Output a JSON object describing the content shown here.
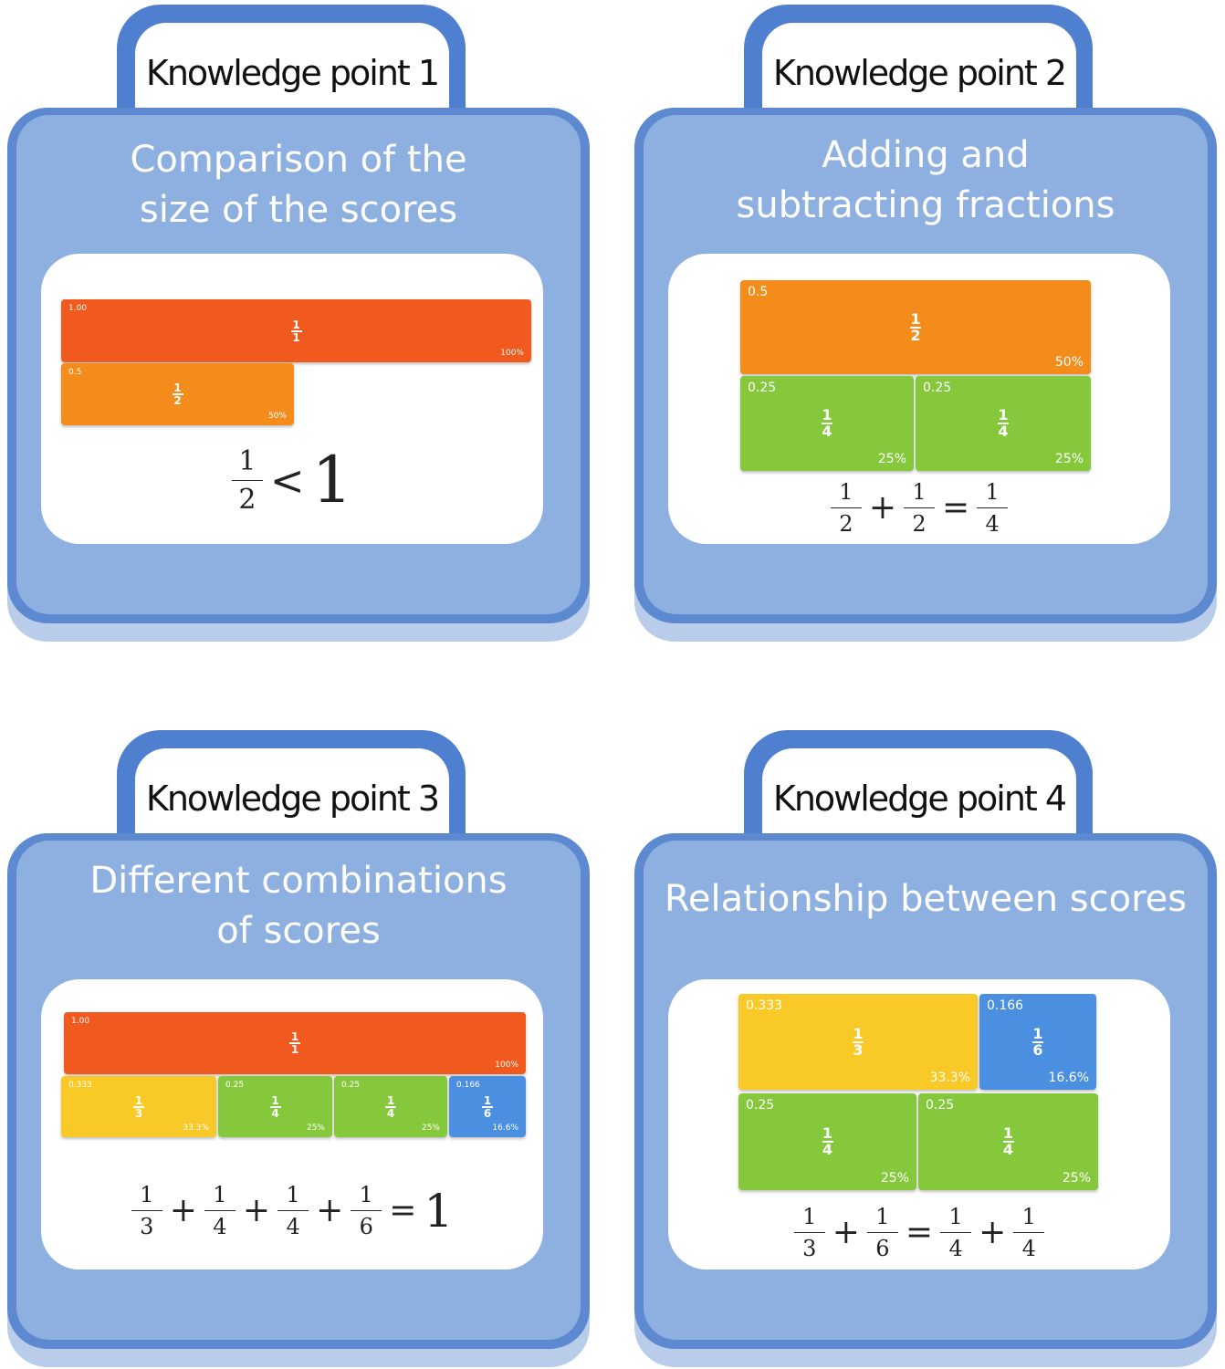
{
  "colors": {
    "panel_border": "#5d89d0",
    "panel_face": "#8eb0e0",
    "tab": "#4f7fcf",
    "red_orange": "#f05a1e",
    "orange": "#f48c1c",
    "green": "#86c83c",
    "yellow": "#f9c927",
    "blue": "#4a8fe0"
  },
  "panels": [
    {
      "tab": "Knowledge point 1",
      "title": [
        "Comparison of the",
        "size of the scores"
      ],
      "tiles": [
        {
          "frac": [
            "1",
            "1"
          ],
          "dec": "1.00",
          "pct": "100%",
          "color": "red_orange"
        },
        {
          "frac": [
            "1",
            "2"
          ],
          "dec": "0.5",
          "pct": "50%",
          "color": "orange"
        }
      ],
      "equation": [
        {
          "frac": [
            "1",
            "2"
          ]
        },
        {
          "op": "<"
        },
        {
          "num": "1"
        }
      ]
    },
    {
      "tab": "Knowledge point 2",
      "title": [
        "Adding and",
        "subtracting fractions"
      ],
      "tiles": [
        {
          "frac": [
            "1",
            "2"
          ],
          "dec": "0.5",
          "pct": "50%",
          "color": "orange"
        },
        {
          "frac": [
            "1",
            "4"
          ],
          "dec": "0.25",
          "pct": "25%",
          "color": "green"
        },
        {
          "frac": [
            "1",
            "4"
          ],
          "dec": "0.25",
          "pct": "25%",
          "color": "green"
        }
      ],
      "equation": [
        {
          "frac": [
            "1",
            "2"
          ]
        },
        {
          "op": "+"
        },
        {
          "frac": [
            "1",
            "2"
          ]
        },
        {
          "op": "="
        },
        {
          "frac": [
            "1",
            "4"
          ]
        }
      ]
    },
    {
      "tab": "Knowledge point 3",
      "title": [
        "Different combinations",
        "of scores"
      ],
      "tiles": [
        {
          "frac": [
            "1",
            "1"
          ],
          "dec": "1.00",
          "pct": "100%",
          "color": "red_orange"
        },
        {
          "frac": [
            "1",
            "3"
          ],
          "dec": "0.333",
          "pct": "33.3%",
          "color": "yellow"
        },
        {
          "frac": [
            "1",
            "4"
          ],
          "dec": "0.25",
          "pct": "25%",
          "color": "green"
        },
        {
          "frac": [
            "1",
            "4"
          ],
          "dec": "0.25",
          "pct": "25%",
          "color": "green"
        },
        {
          "frac": [
            "1",
            "6"
          ],
          "dec": "0.166",
          "pct": "16.6%",
          "color": "blue"
        }
      ],
      "equation": [
        {
          "frac": [
            "1",
            "3"
          ]
        },
        {
          "op": "+"
        },
        {
          "frac": [
            "1",
            "4"
          ]
        },
        {
          "op": "+"
        },
        {
          "frac": [
            "1",
            "4"
          ]
        },
        {
          "op": "+"
        },
        {
          "frac": [
            "1",
            "6"
          ]
        },
        {
          "op": "="
        },
        {
          "num": "1"
        }
      ]
    },
    {
      "tab": "Knowledge point 4",
      "title": [
        "Relationship between scores"
      ],
      "tiles": [
        {
          "frac": [
            "1",
            "3"
          ],
          "dec": "0.333",
          "pct": "33.3%",
          "color": "yellow"
        },
        {
          "frac": [
            "1",
            "6"
          ],
          "dec": "0.166",
          "pct": "16.6%",
          "color": "blue"
        },
        {
          "frac": [
            "1",
            "4"
          ],
          "dec": "0.25",
          "pct": "25%",
          "color": "green"
        },
        {
          "frac": [
            "1",
            "4"
          ],
          "dec": "0.25",
          "pct": "25%",
          "color": "green"
        }
      ],
      "equation": [
        {
          "frac": [
            "1",
            "3"
          ]
        },
        {
          "op": "+"
        },
        {
          "frac": [
            "1",
            "6"
          ]
        },
        {
          "op": "="
        },
        {
          "frac": [
            "1",
            "4"
          ]
        },
        {
          "op": "+"
        },
        {
          "frac": [
            "1",
            "4"
          ]
        }
      ]
    }
  ]
}
